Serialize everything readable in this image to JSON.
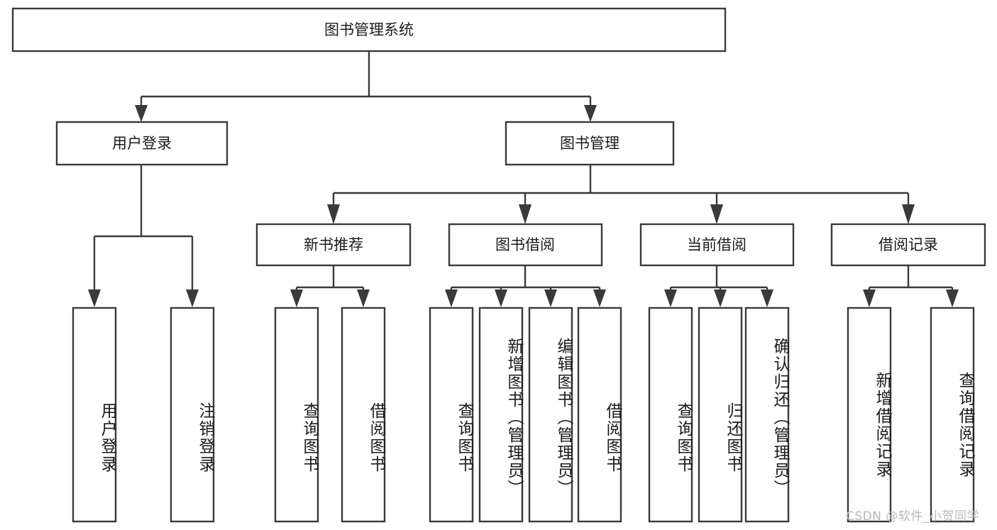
{
  "diagram": {
    "title": "图书管理系统",
    "type": "hierarchy-tree",
    "orientation": "top-down",
    "colors": {
      "box_fill": "#ffffff",
      "box_stroke": "#3a3a3a",
      "text": "#1b1b1b",
      "watermark": "#b9b9b9",
      "background": "#ffffff"
    },
    "root": {
      "label": "图书管理系统"
    },
    "level1": [
      {
        "label": "用户登录"
      },
      {
        "label": "图书管理"
      }
    ],
    "level2": [
      {
        "label": "新书推荐"
      },
      {
        "label": "图书借阅"
      },
      {
        "label": "当前借阅"
      },
      {
        "label": "借阅记录"
      }
    ],
    "leaves": {
      "user_login": [
        {
          "label": "用户登录"
        },
        {
          "label": "注销登录"
        }
      ],
      "new_book_recommend": [
        {
          "label": "查询图书"
        },
        {
          "label": "借阅图书"
        }
      ],
      "book_borrow": [
        {
          "label": "查询图书"
        },
        {
          "label": "新增图书（管理员）"
        },
        {
          "label": "编辑图书（管理员）"
        },
        {
          "label": "借阅图书"
        }
      ],
      "current_borrow": [
        {
          "label": "查询图书"
        },
        {
          "label": "归还图书"
        },
        {
          "label": "确认归还（管理员）"
        }
      ],
      "borrow_record": [
        {
          "label": "新增借阅记录"
        },
        {
          "label": "查询借阅记录"
        }
      ]
    }
  },
  "watermark": {
    "text": "CSDN @软件_小贺同学"
  }
}
